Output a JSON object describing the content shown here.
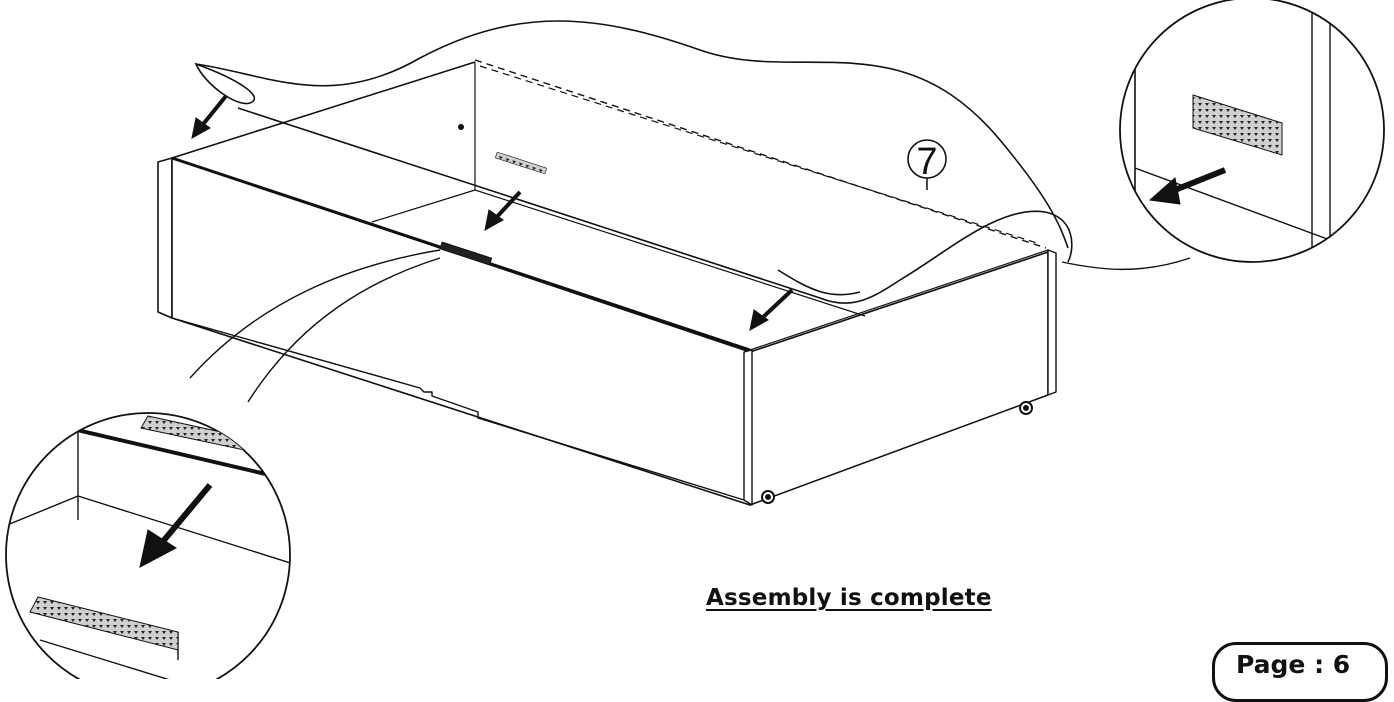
{
  "callout": {
    "part_number": "7"
  },
  "caption": {
    "text": "Assembly is complete"
  },
  "footer": {
    "page_label": "Page : 6"
  },
  "colors": {
    "line": "#111111",
    "background": "#ffffff",
    "pad": "#777777"
  },
  "icons": [
    "arrow-icon",
    "velcro-pad-icon",
    "caster-wheel-icon",
    "magnifier-detail-icon"
  ]
}
